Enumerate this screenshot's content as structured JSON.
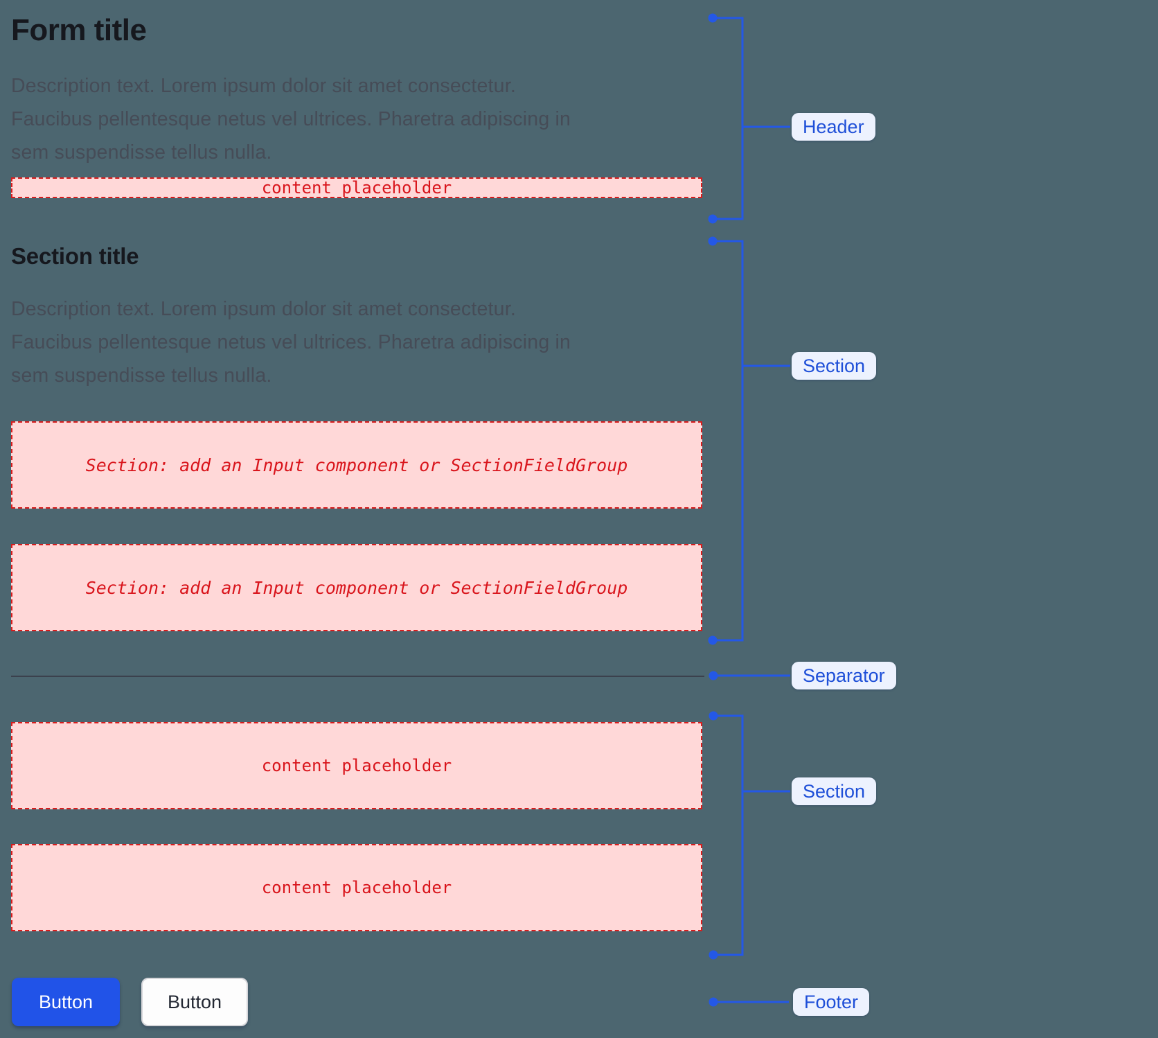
{
  "form": {
    "title": "Form title",
    "description_lines": [
      "Description text. Lorem ipsum dolor sit amet consectetur.",
      "Faucibus pellentesque netus vel ultrices. Pharetra adipiscing in",
      "sem suspendisse tellus nulla."
    ],
    "header_content_placeholder": "content placeholder",
    "section_1": {
      "title": "Section title",
      "description_lines": [
        "Description text. Lorem ipsum dolor sit amet consectetur.",
        "Faucibus pellentesque netus vel ultrices. Pharetra adipiscing in",
        "sem suspendisse tellus nulla."
      ],
      "field_placeholders": [
        "Section: add an Input component or SectionFieldGroup",
        "Section: add an Input component or SectionFieldGroup"
      ]
    },
    "section_2": {
      "content_placeholders": [
        "content placeholder",
        "content placeholder"
      ]
    },
    "footer": {
      "primary_button_label": "Button",
      "secondary_button_label": "Button"
    }
  },
  "annotations": {
    "header": "Header",
    "section_1": "Section",
    "separator": "Separator",
    "section_2": "Section",
    "footer": "Footer"
  },
  "colors": {
    "canvas_background": "#4c6670",
    "annotation_blue": "#2458e6",
    "annotation_label_text": "#1e4fd8",
    "annotation_label_background": "#edf2fe",
    "placeholder_background": "#ffd8d8",
    "placeholder_border": "#d81d1d",
    "placeholder_text": "#d9151c",
    "primary_button_background": "#2153e8",
    "primary_button_text": "#ffffff",
    "secondary_button_background": "#fdfdfd",
    "secondary_button_text": "#232833",
    "title_text": "#16181e",
    "description_text": "#464c57",
    "separator_line": "#3b414d"
  }
}
